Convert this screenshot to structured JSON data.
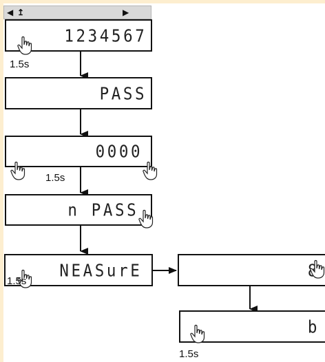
{
  "nav": {
    "prev_icon": "triangle-left-icon",
    "up_icon": "up-arrow-icon",
    "next_icon": "triangle-right-icon"
  },
  "steps": [
    {
      "display": "1234567",
      "hold_label": "1.5s"
    },
    {
      "display": "PASS"
    },
    {
      "display": "0000",
      "hold_label": "1.5s"
    },
    {
      "display": "n PASS"
    },
    {
      "display": "NEASurE",
      "hold_label": "1.5s"
    },
    {
      "display": "8"
    },
    {
      "display": "b",
      "hold_label": "1.5s"
    }
  ],
  "icons": {
    "hand": "pressing-hand-icon",
    "arrow": "down-arrow-icon"
  },
  "colors": {
    "frame": "#fdeecf",
    "nav_bg": "#d9d9d9",
    "line": "#111111"
  }
}
